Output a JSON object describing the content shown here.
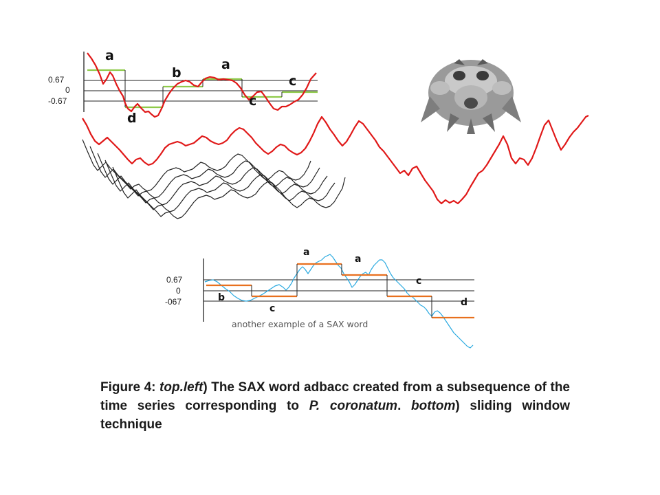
{
  "top_figure": {
    "level_ticks": [
      "0.67",
      "0",
      "-0.67"
    ],
    "letters": [
      "a",
      "d",
      "b",
      "a",
      "c",
      "c"
    ]
  },
  "bottom_figure": {
    "level_ticks": [
      "0.67",
      "0",
      "-067"
    ],
    "letters": [
      "b",
      "c",
      "a",
      "a",
      "c",
      "d"
    ],
    "caption": "another example of a SAX word"
  },
  "figure_caption": {
    "prefix": "Figure 4: ",
    "part1_italic": "top.left",
    "part2": ") The SAX word adbacc created from a subsequence of the time series corresponding to ",
    "part3_italic": "P. coronatum",
    "part4": ". ",
    "part5_italic": "bottom",
    "part6": ") sliding window technique"
  },
  "colors": {
    "series_red": "#e01818",
    "series_blue": "#29a9e0",
    "segment_green": "#8fcb4a",
    "segment_orange": "#e8701e",
    "black_series": "#222222"
  }
}
